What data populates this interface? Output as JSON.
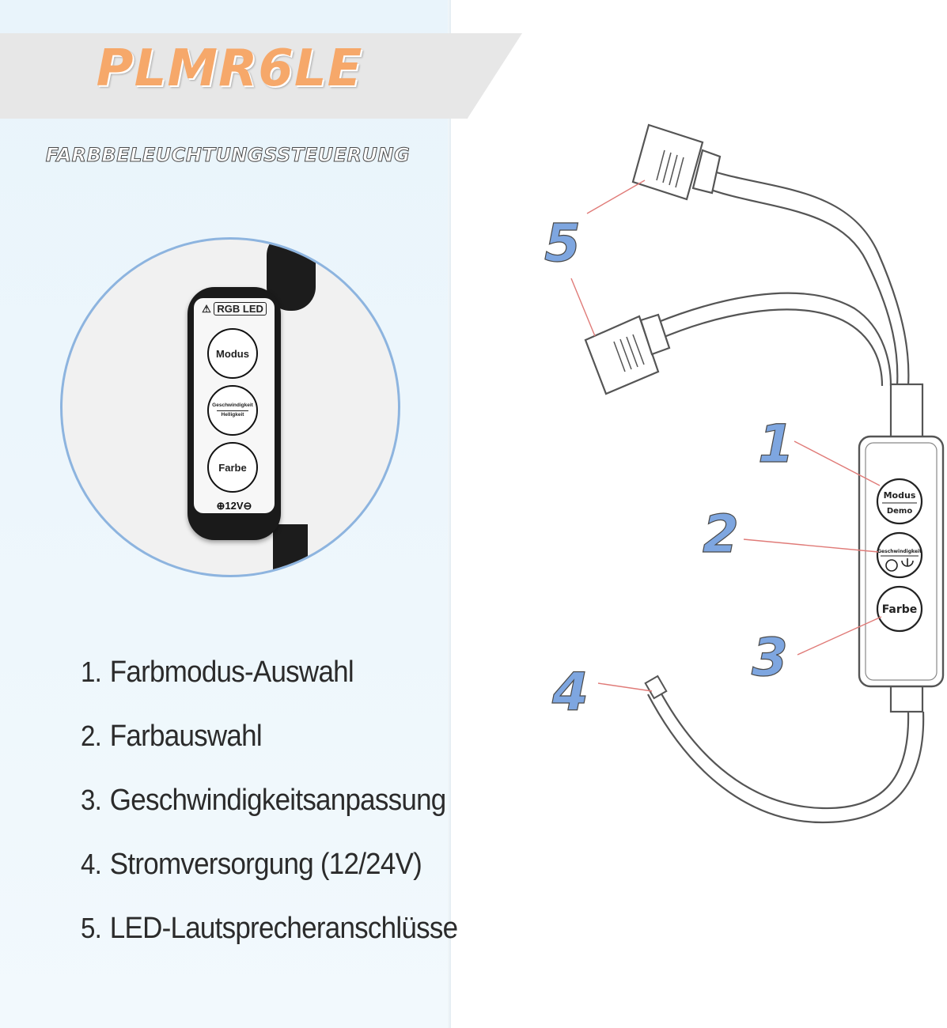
{
  "brand": "PLMR6LE",
  "subtitle": "FARBBELEUCHTUNGSSTEUERUNG",
  "photo": {
    "badge": "RGB LED",
    "button_mode": "Modus",
    "button_speed_top": "Geschwindigkeit",
    "button_speed_bottom": "Helligkeit",
    "button_color": "Farbe",
    "voltage": "⊕12V⊖"
  },
  "features": [
    {
      "num": "1.",
      "label": "Farbmodus-Auswahl"
    },
    {
      "num": "2.",
      "label": "Farbauswahl"
    },
    {
      "num": "3.",
      "label": "Geschwindigkeitsanpassung"
    },
    {
      "num": "4.",
      "label": "Stromversorgung (12/24V)"
    },
    {
      "num": "5.",
      "label": "LED-Lautsprecheranschlüsse"
    }
  ],
  "diagram": {
    "callouts": [
      "1",
      "2",
      "3",
      "4",
      "5"
    ],
    "button_mode_top": "Modus",
    "button_mode_bottom": "Demo",
    "button_speed": "Geschwindigkeit",
    "button_color": "Farbe"
  },
  "colors": {
    "brand": "#f6a86a",
    "callout_fill": "#7ea6e0",
    "leader_line": "#e07b78",
    "panel_bg": "#e9f4fb",
    "circle_border": "#8db4df"
  }
}
